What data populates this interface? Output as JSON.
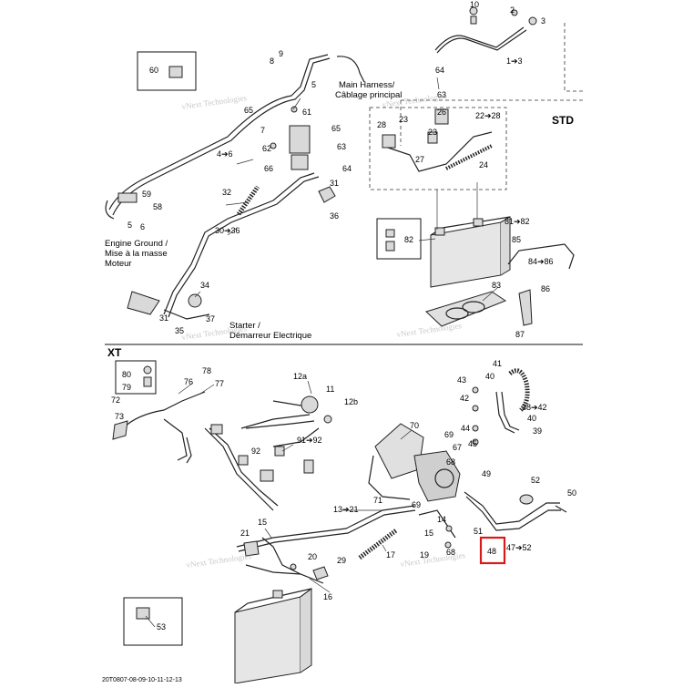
{
  "sections": {
    "std": "STD",
    "xt": "XT"
  },
  "callouts": {
    "main_harness": [
      "Main Harness/",
      "Câblage principal"
    ],
    "engine_ground": [
      "Engine Ground /",
      "Mise à la masse",
      "Moteur"
    ],
    "starter": [
      "Starter /",
      "Démarreur Electrique"
    ]
  },
  "watermark": "vNext Technologies",
  "footer_code": "20T0807-08-09-10-11-12-13",
  "highlight": {
    "label": "48",
    "color": "#d91a1a"
  },
  "std_labels": [
    "10",
    "2",
    "3",
    "1➔3",
    "9",
    "8",
    "5",
    "60",
    "64",
    "63",
    "61",
    "65",
    "65",
    "7",
    "62",
    "66",
    "63",
    "64",
    "4➔6",
    "32",
    "31",
    "36",
    "59",
    "58",
    "5",
    "6",
    "30➔36",
    "34",
    "31",
    "37",
    "35",
    "28",
    "23",
    "26",
    "22➔28",
    "23",
    "27",
    "24",
    "81➔82",
    "82",
    "85",
    "84➔86",
    "83",
    "86",
    "87"
  ],
  "xt_labels": [
    "80",
    "79",
    "78",
    "76",
    "77",
    "72",
    "12a",
    "11",
    "12b",
    "73",
    "91➔92",
    "92",
    "70",
    "69",
    "67",
    "68",
    "43",
    "40",
    "41",
    "42",
    "38➔42",
    "40",
    "44",
    "39",
    "45",
    "49",
    "52",
    "50",
    "71",
    "69",
    "13➔21",
    "15",
    "14",
    "21",
    "51",
    "15",
    "19",
    "68",
    "47➔52",
    "17",
    "20",
    "29",
    "16",
    "53"
  ]
}
